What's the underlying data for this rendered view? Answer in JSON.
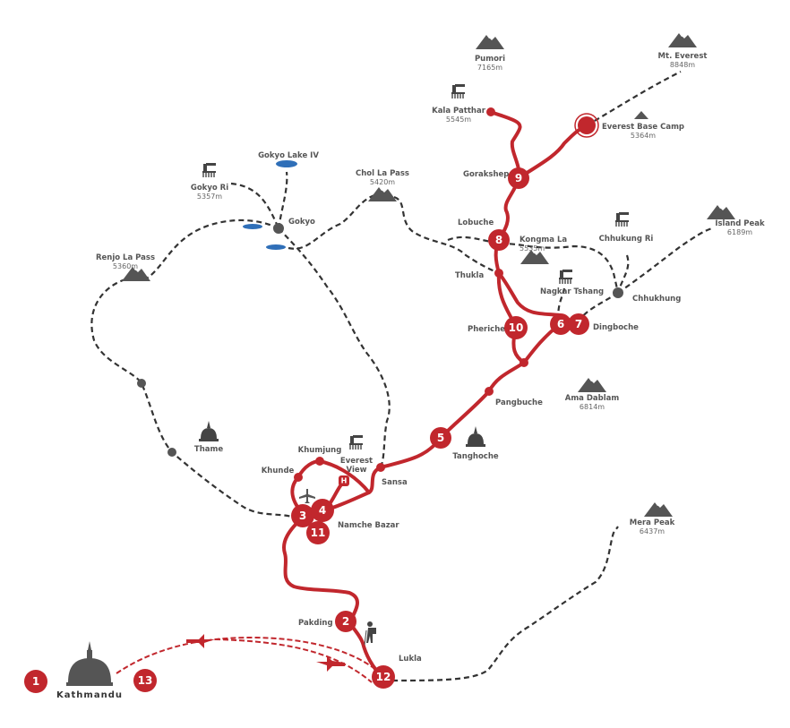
{
  "colors": {
    "route": "#c1272d",
    "trail": "#333333",
    "lake": "#2f6fb8",
    "icon": "#555555"
  },
  "places": {
    "pumori": {
      "name": "Pumori",
      "alt": "7165m"
    },
    "everest": {
      "name": "Mt. Everest",
      "alt": "8848m"
    },
    "kala_patthar": {
      "name": "Kala Patthar",
      "alt": "5545m"
    },
    "ebc": {
      "name": "Everest Base Camp",
      "alt": "5364m"
    },
    "gorakshep": {
      "name": "Gorakshep"
    },
    "lobuche": {
      "name": "Lobuche"
    },
    "kongma_la": {
      "name": "Kongma La",
      "alt": "5535m"
    },
    "chhukung_ri": {
      "name": "Chhukung Ri"
    },
    "island_peak": {
      "name": "Island Peak",
      "alt": "6189m"
    },
    "thukla": {
      "name": "Thukla"
    },
    "nagkar_tshang": {
      "name": "Nagkar Tshang"
    },
    "chhukhung": {
      "name": "Chhukhung"
    },
    "pheriche": {
      "name": "Pheriche"
    },
    "dingboche": {
      "name": "Dingboche"
    },
    "pangbuche": {
      "name": "Pangbuche"
    },
    "ama_dablam": {
      "name": "Ama Dablam",
      "alt": "6814m"
    },
    "tanghoche": {
      "name": "Tanghoche"
    },
    "gokyo_lake": {
      "name": "Gokyo Lake IV"
    },
    "gokyo_ri": {
      "name": "Gokyo Ri",
      "alt": "5357m"
    },
    "gokyo": {
      "name": "Gokyo"
    },
    "chol_la": {
      "name": "Chol La Pass",
      "alt": "5420m"
    },
    "renjo_la": {
      "name": "Renjo La Pass",
      "alt": "5360m"
    },
    "thame": {
      "name": "Thame"
    },
    "khumjung": {
      "name": "Khumjung"
    },
    "khunde": {
      "name": "Khunde"
    },
    "everest_view": {
      "name": "Everest",
      "name2": "View"
    },
    "sansa": {
      "name": "Sansa"
    },
    "namche": {
      "name": "Namche Bazar"
    },
    "mera_peak": {
      "name": "Mera Peak",
      "alt": "6437m"
    },
    "pakding": {
      "name": "Pakding"
    },
    "lukla": {
      "name": "Lukla"
    },
    "kathmandu": {
      "name": "Kathmandu"
    }
  },
  "hotel_marker": "H",
  "stops": [
    "1",
    "2",
    "3",
    "4",
    "5",
    "6",
    "7",
    "8",
    "9",
    "10",
    "11",
    "12",
    "13"
  ]
}
